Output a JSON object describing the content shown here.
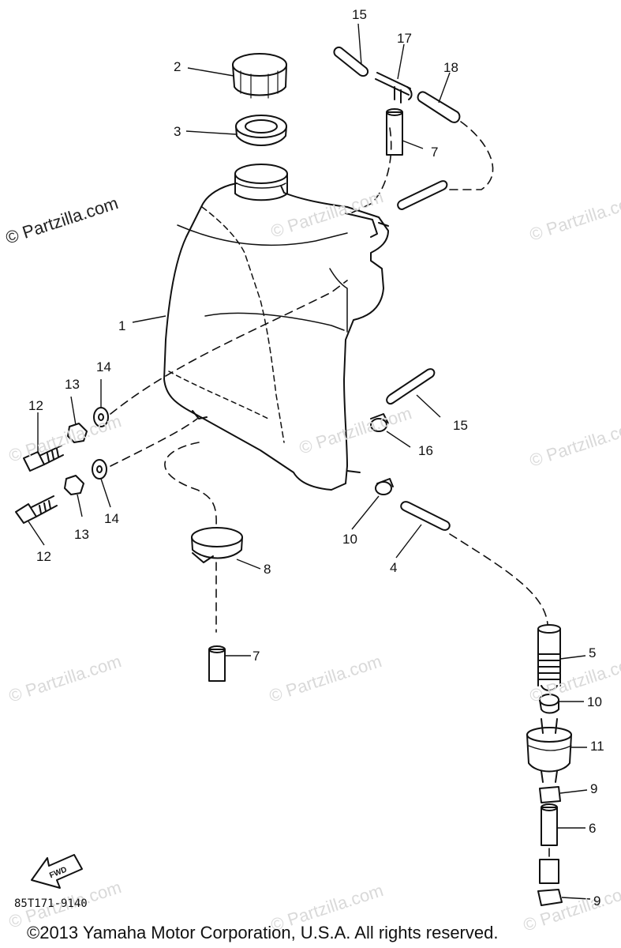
{
  "watermark": "© Partzilla.com",
  "callouts": {
    "c1": "1",
    "c2": "2",
    "c3": "3",
    "c4": "4",
    "c5": "5",
    "c6": "6",
    "c7a": "7",
    "c7b": "7",
    "c8": "8",
    "c9a": "9",
    "c9b": "9",
    "c10a": "10",
    "c10b": "10",
    "c11": "11",
    "c12a": "12",
    "c12b": "12",
    "c13a": "13",
    "c13b": "13",
    "c14a": "14",
    "c14b": "14",
    "c15a": "15",
    "c15b": "15",
    "c16": "16",
    "c17": "17",
    "c18": "18"
  },
  "fwd_label": "FWD",
  "part_number": "85T171-9140",
  "copyright": "©2013 Yamaha Motor Corporation, U.S.A. All rights reserved."
}
